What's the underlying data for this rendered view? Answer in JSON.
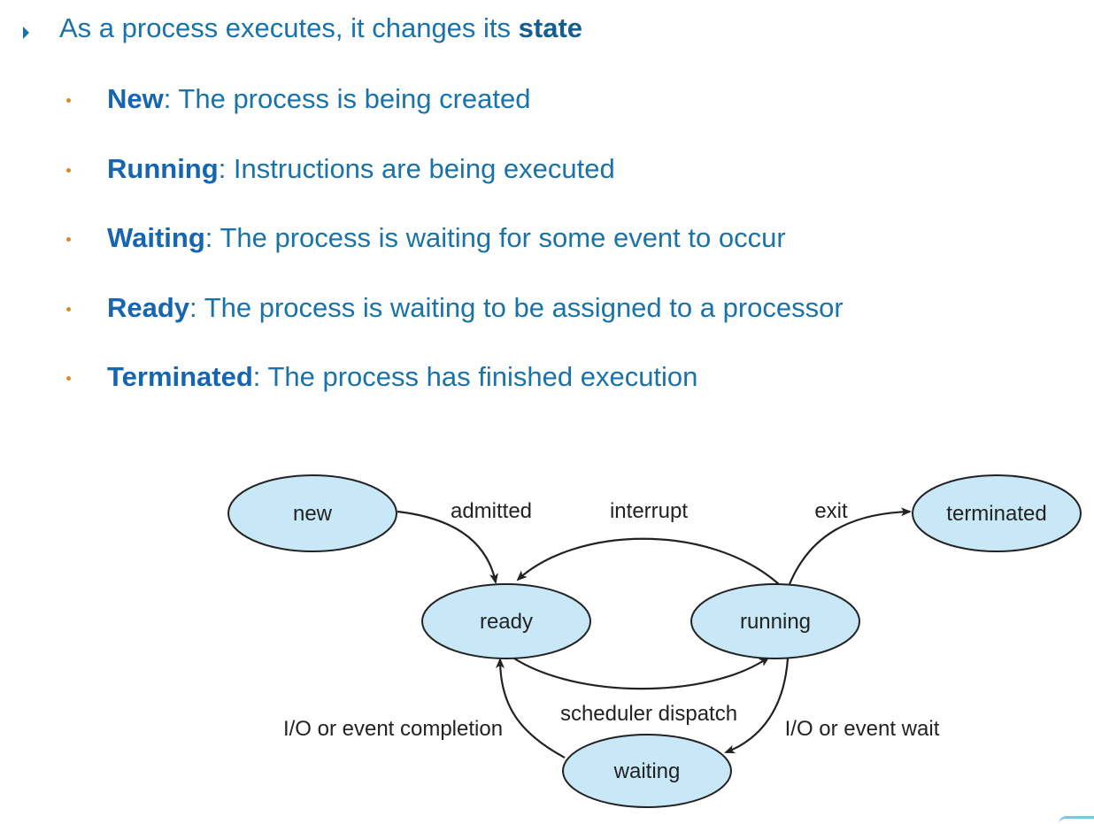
{
  "heading": {
    "prefix": "As a process executes, it changes its ",
    "emphasis": "state"
  },
  "states": [
    {
      "term": "New",
      "desc": ":  The process is being created"
    },
    {
      "term": "Running",
      "desc": ":  Instructions are being executed"
    },
    {
      "term": "Waiting",
      "desc": ":  The process is waiting for some event to occur"
    },
    {
      "term": "Ready",
      "desc": ":  The process is waiting to be assigned to a processor"
    },
    {
      "term": "Terminated",
      "desc": ":  The process has finished execution"
    }
  ],
  "diagram": {
    "nodes": {
      "new": "new",
      "ready": "ready",
      "running": "running",
      "waiting": "waiting",
      "terminated": "terminated"
    },
    "edges": {
      "admitted": "admitted",
      "interrupt": "interrupt",
      "exit": "exit",
      "scheduler_dispatch": "scheduler dispatch",
      "io_event_wait": "I/O or event wait",
      "io_event_completion": "I/O or event completion"
    },
    "colors": {
      "node_fill": "#c8e8f8",
      "node_stroke": "#222222",
      "edge": "#222222"
    }
  },
  "colors": {
    "text": "#1a73a8",
    "term": "#1565b3",
    "sub_bullet": "#d98a24"
  }
}
